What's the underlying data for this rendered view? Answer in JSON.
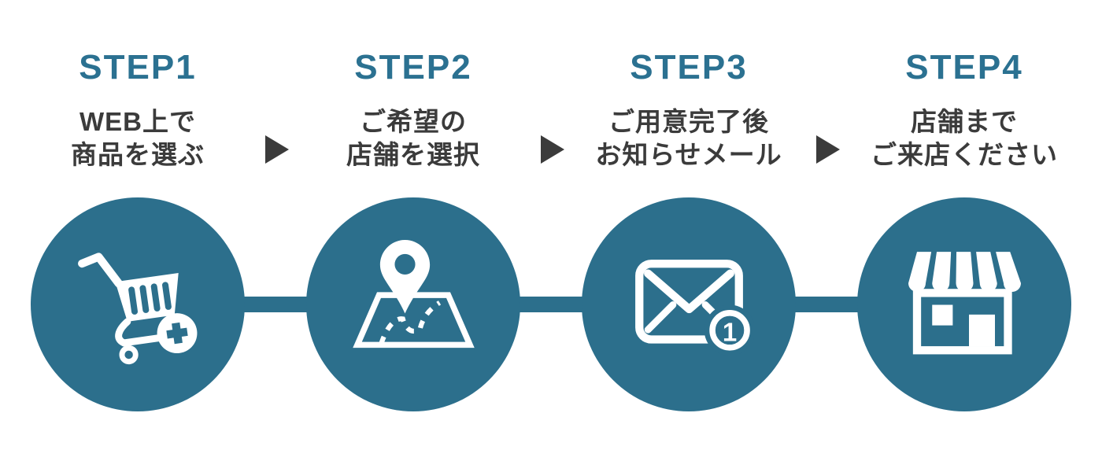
{
  "colors": {
    "circle_teal": "#2C6F8C",
    "step_label_teal": "#2B7191",
    "text_dark": "#3B3B3B",
    "icon_white": "#FFFFFF"
  },
  "steps": [
    {
      "label": "STEP1",
      "description_line1": "WEB上で",
      "description_line2": "商品を選ぶ",
      "icon": "cart-plus-icon"
    },
    {
      "label": "STEP2",
      "description_line1": "ご希望の",
      "description_line2": "店舗を選択",
      "icon": "map-pin-icon"
    },
    {
      "label": "STEP3",
      "description_line1": "ご用意完了後",
      "description_line2": "お知らせメール",
      "icon": "mail-notification-icon",
      "badge": "1"
    },
    {
      "label": "STEP4",
      "description_line1": "店舗まで",
      "description_line2": "ご来店ください",
      "icon": "storefront-icon"
    }
  ]
}
